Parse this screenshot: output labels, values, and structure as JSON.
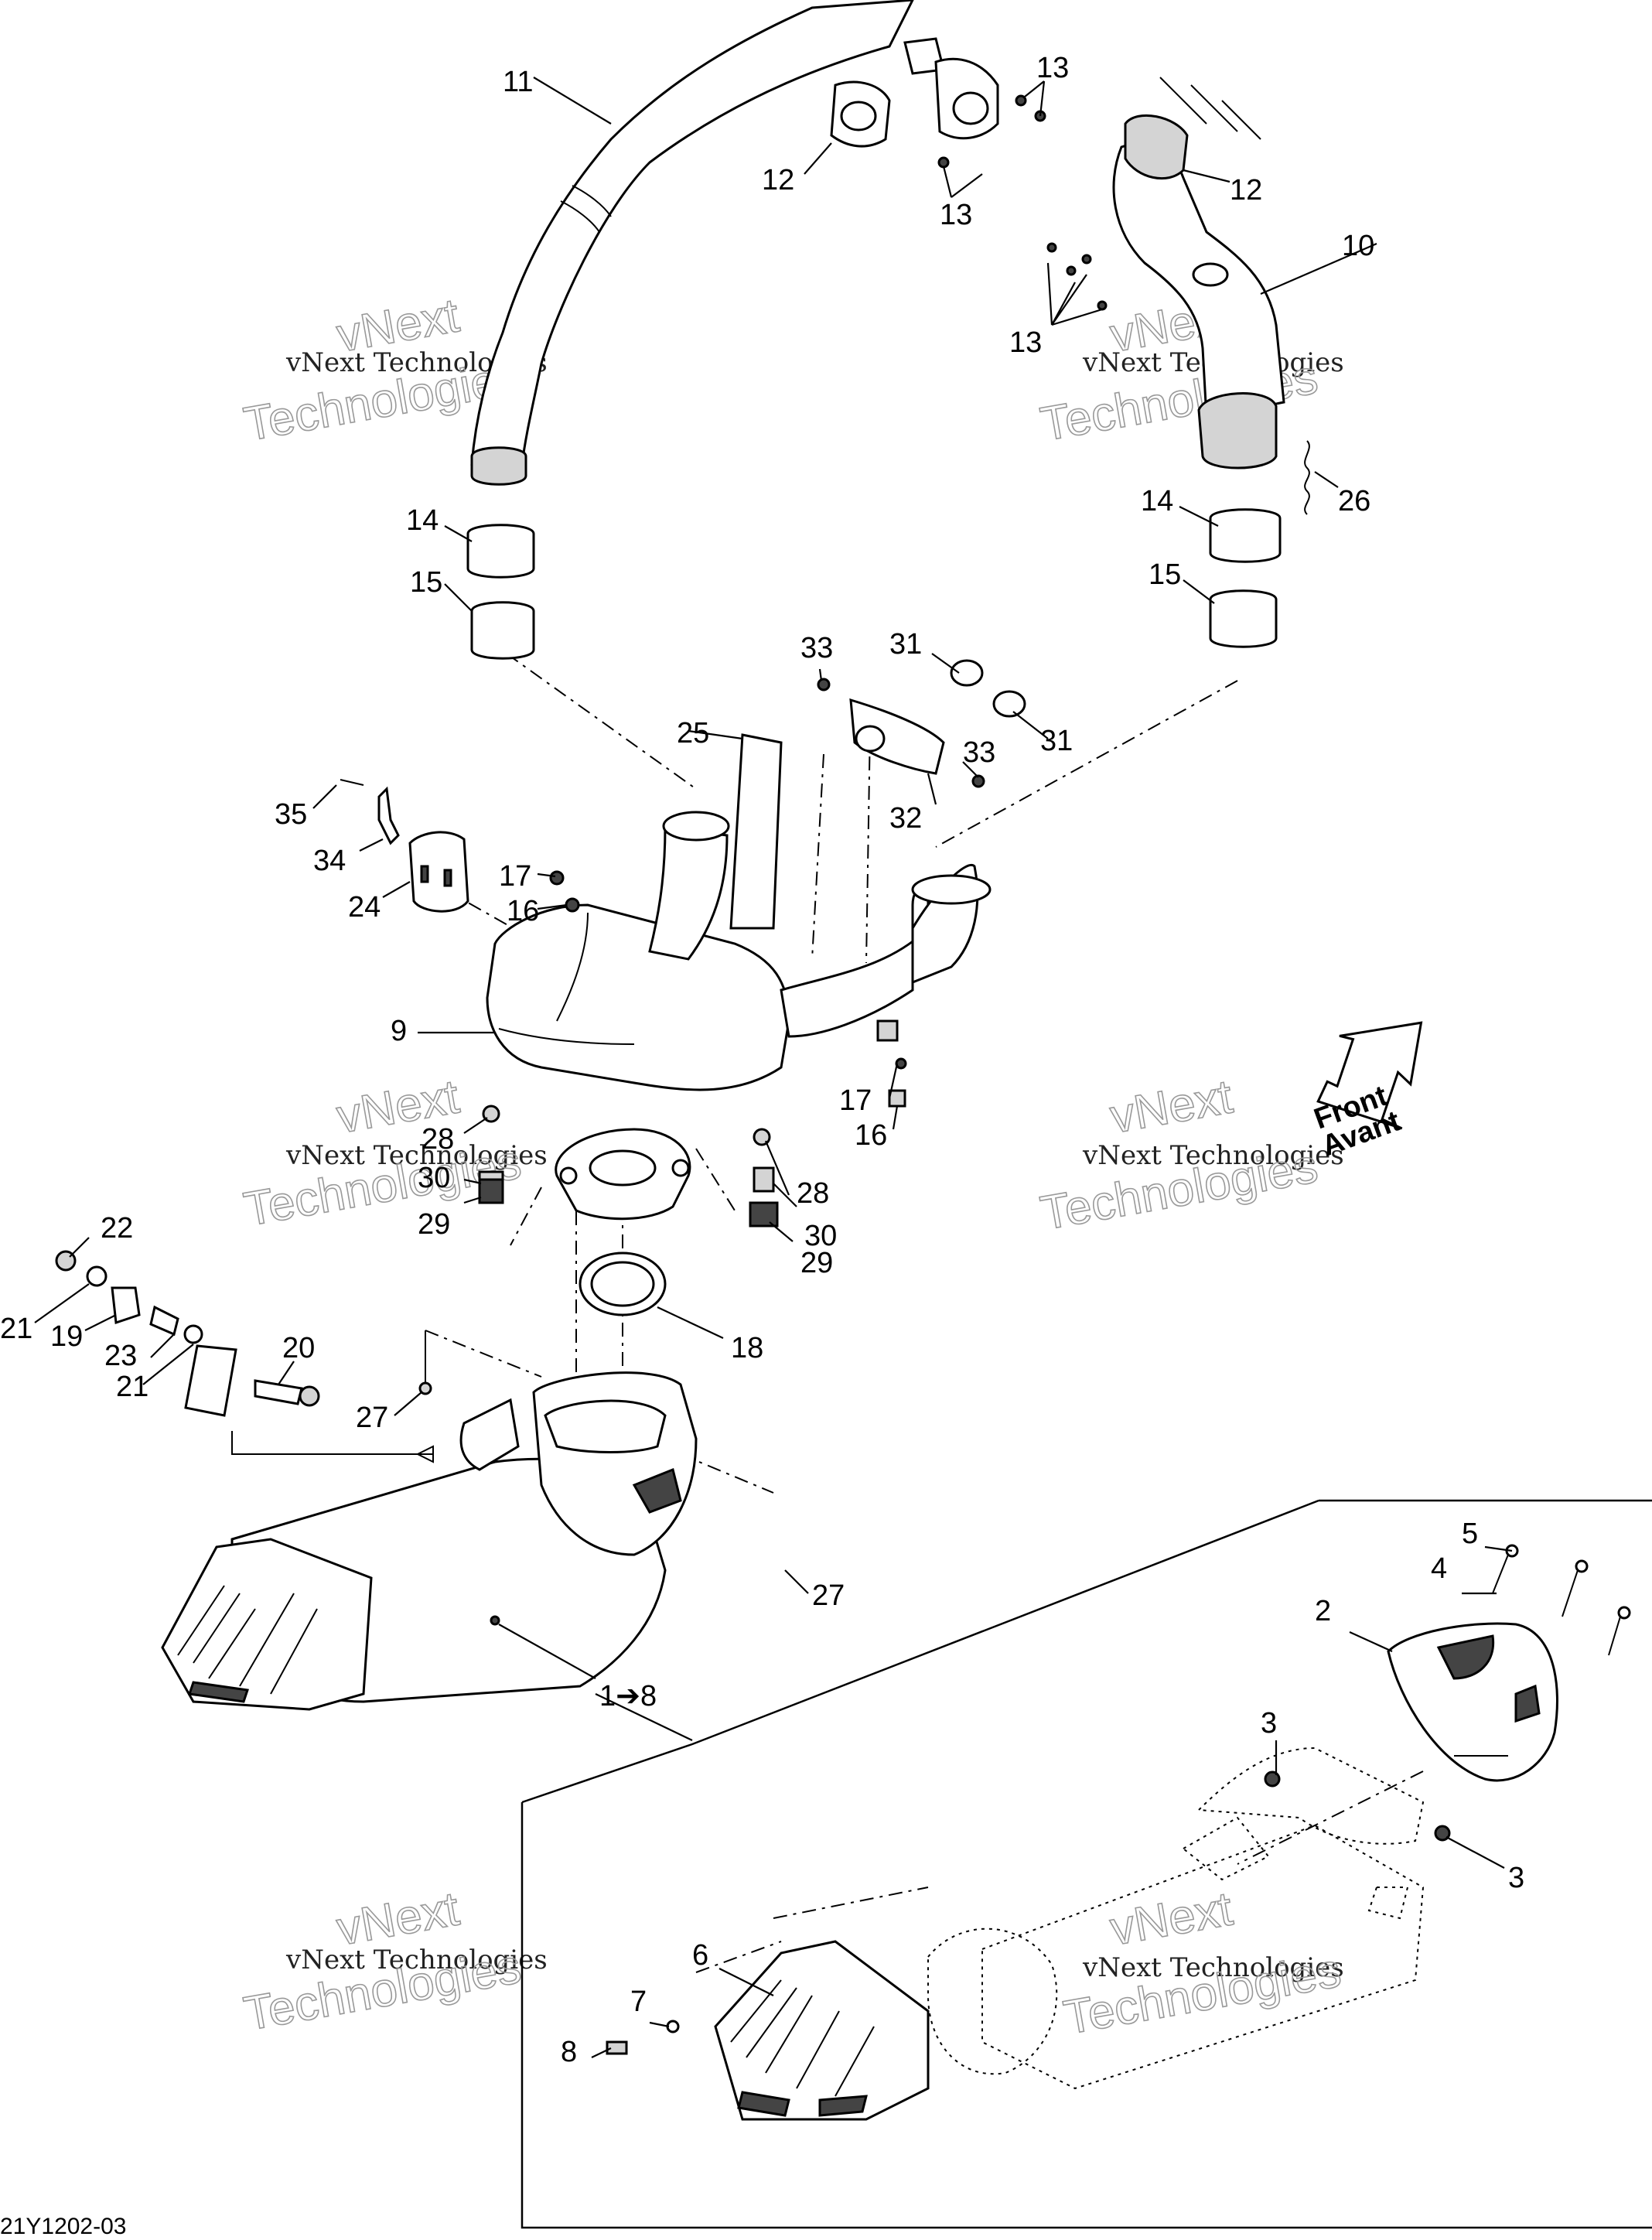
{
  "labels": {
    "l1": "11",
    "l2": "13",
    "l3": "12",
    "l4": "13",
    "l5": "12",
    "l6": "10",
    "l7": "13",
    "l8": "14",
    "l9": "15",
    "l10": "14",
    "l11": "15",
    "l12": "26",
    "l13": "33",
    "l14": "31",
    "l15": "31",
    "l16": "25",
    "l17": "33",
    "l18": "32",
    "l19": "35",
    "l20": "34",
    "l21": "17",
    "l22": "16",
    "l23": "24",
    "l24": "9",
    "l25": "17",
    "l26": "16",
    "l27": "28",
    "l28": "30",
    "l29": "29",
    "l30": "28",
    "l31": "30",
    "l32": "29",
    "l33": "22",
    "l34": "21",
    "l35": "19",
    "l36": "23",
    "l37": "21",
    "l38": "20",
    "l39": "18",
    "l40": "27",
    "l41": "27",
    "l42": "1➔8",
    "l43": "5",
    "l44": "4",
    "l45": "2",
    "l46": "3",
    "l47": "3",
    "l48": "6",
    "l49": "7",
    "l50": "8"
  },
  "direction": {
    "line1": "Front",
    "line2": "Avant"
  },
  "watermark": {
    "company": "vNext Technologies",
    "big": "vNext",
    "big2": "Technologies"
  },
  "reference": "21Y1202-03"
}
